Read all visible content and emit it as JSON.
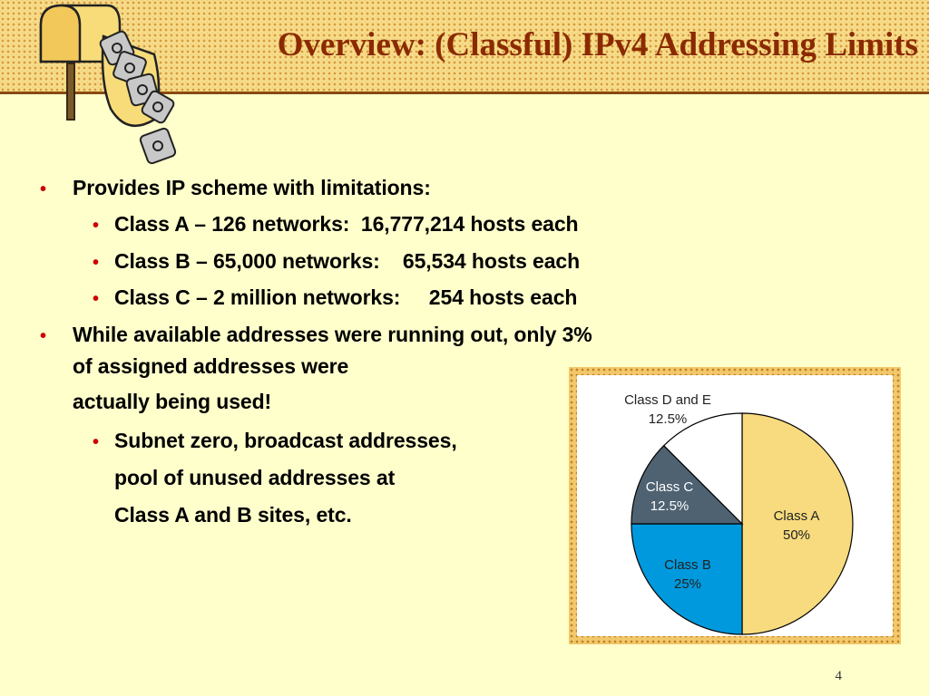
{
  "slide": {
    "title": "Overview:  (Classful) IPv4 Addressing Limits",
    "page_number": "4"
  },
  "bullets": [
    {
      "level": 1,
      "text": "Provides IP scheme with limitations:"
    },
    {
      "level": 2,
      "text": "Class A – 126 networks:  16,777,214 hosts each"
    },
    {
      "level": 2,
      "text": "Class B – 65,000 networks:    65,534 hosts each"
    },
    {
      "level": 2,
      "text": "Class C – 2 million networks:     254 hosts each"
    },
    {
      "level": 1,
      "text": "While available addresses were running out, only 3%"
    },
    {
      "level": 1,
      "text": "of assigned addresses were",
      "continuation": true
    },
    {
      "level": 1,
      "text": "actually being used!",
      "continuation": true
    },
    {
      "level": 2,
      "text": "Subnet zero, broadcast addresses,"
    },
    {
      "level": 2,
      "text": "pool of unused addresses at",
      "continuation": true
    },
    {
      "level": 2,
      "text": "Class A and B sites, etc.",
      "continuation": true
    }
  ],
  "colors": {
    "title": "#8B2A00",
    "bullet": "#CC0000",
    "background": "#FFFFCC",
    "class_a": "#F7DB7E",
    "class_b": "#0099DD",
    "class_c": "#4F6272",
    "class_de": "#FFFFFF"
  },
  "icons": [
    "mailbox-icon"
  ],
  "chart_data": {
    "type": "pie",
    "categories": [
      "Class A",
      "Class B",
      "Class C",
      "Class D and E"
    ],
    "values": [
      50,
      25,
      12.5,
      12.5
    ],
    "labels": [
      "50%",
      "25%",
      "12.5%",
      "12.5%"
    ],
    "colors": [
      "#F7DB7E",
      "#0099DD",
      "#4F6272",
      "#FFFFFF"
    ],
    "title": "",
    "legend": "none"
  }
}
